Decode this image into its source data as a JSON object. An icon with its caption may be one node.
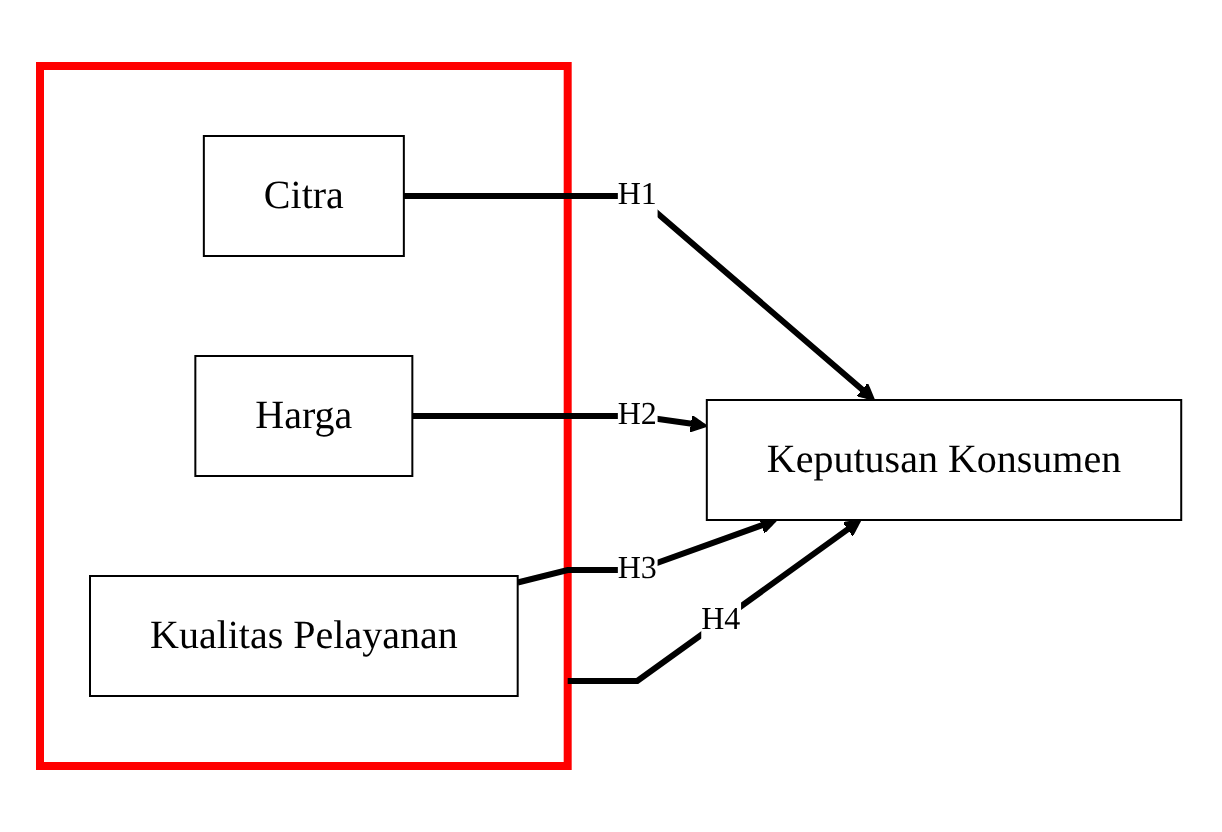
{
  "diagram": {
    "nodes": [
      {
        "text": [],
        "shape": "box"
      },
      {
        "text": [
          "Citra"
        ],
        "in": 0
      },
      {
        "text": [
          "Harga"
        ],
        "in": 0
      },
      {
        "text": [
          "Kualitas Pelayanan"
        ],
        "in": 0
      },
      {
        "text": [
          "Keputusan Konsumen"
        ]
      }
    ],
    "edges": [
      {
        "from": 1,
        "to": 4,
        "arrow": "to",
        "label": "H1"
      },
      {
        "from": 2,
        "to": 4,
        "arrow": "to",
        "label": "H2"
      },
      {
        "from": 3,
        "to": 4,
        "arrow": "to",
        "label": "H3"
      },
      {
        "from": 0,
        "to": 4,
        "arrow": "to",
        "label": "H4"
      }
    ]
  }
}
